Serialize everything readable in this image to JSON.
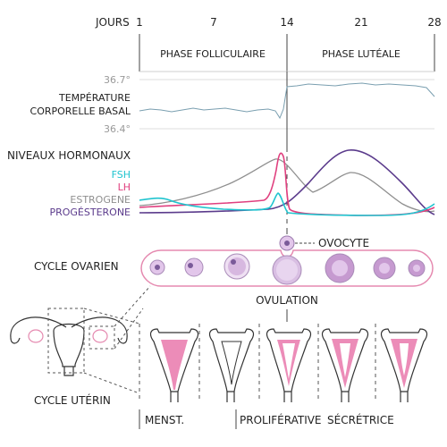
{
  "header": {
    "days_label": "JOURS",
    "day_ticks": [
      "1",
      "7",
      "14",
      "21",
      "28"
    ]
  },
  "phases": {
    "follicular": "PHASE FOLLICULAIRE",
    "luteal": "PHASE LUTÉALE"
  },
  "temperature": {
    "label_line1": "TEMPÉRATURE",
    "label_line2": "CORPORELLE BASAL",
    "max_label": "36.7°",
    "min_label": "36.4°"
  },
  "hormones": {
    "title": "NIVEAUX HORMONAUX",
    "fsh": "FSH",
    "lh": "LH",
    "estrogen": "ESTROGENE",
    "progesterone": "PROGÉSTERONE"
  },
  "ovarian": {
    "title": "CYCLE OVARIEN",
    "oocyte_label": "OVOCYTE",
    "ovulation_label": "OVULATION"
  },
  "uterine": {
    "title": "CYCLE UTÉRIN",
    "menstrual": "MENST.",
    "proliferative": "PROLIFÉRATIVE",
    "secretory": "SÉCRÉTRICE"
  },
  "colors": {
    "fsh": "#20c4cf",
    "lh": "#e0407f",
    "estrogen": "#8f8f8f",
    "progesterone": "#5b3b8c",
    "temperature": "#7a9fb0",
    "ovary_pink": "#e58ab0",
    "follicle_purple": "#c9a2d2",
    "endometrium_pink": "#ec8cb8"
  }
}
